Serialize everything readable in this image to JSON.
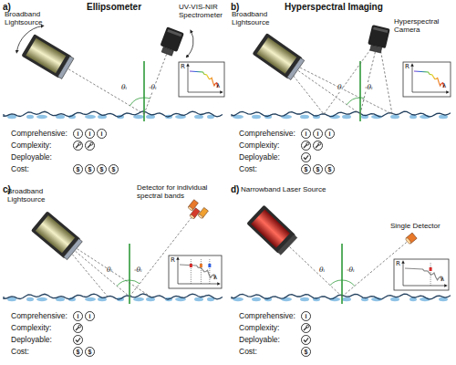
{
  "diagram": {
    "labels": [
      "a)",
      "Ellipsometer",
      "Broadband Lightsource",
      "UV-VIS-NIR Spectrometer",
      "θᵢ",
      "-θᵢ",
      "R",
      "λ",
      "Comprehensive:",
      "Complexity:",
      "Deployable:",
      "Cost:",
      "i",
      "i",
      "i",
      "$",
      "$",
      "$",
      "$",
      "b)",
      "Hyperspectral Imaging",
      "Broadband Lightsource",
      "Hyperspectral Camera",
      "θᵢ",
      "-θᵢ",
      "R",
      "λ",
      "Comprehensive:",
      "Complexity:",
      "Deployable:",
      "Cost:",
      "i",
      "i",
      "i",
      "$",
      "$",
      "$",
      "c)",
      "Broadband Lightsource",
      "Detector for individual spectral bands",
      "θᵢ",
      "-θᵢ",
      "R",
      "λ",
      "Comprehensive:",
      "Complexity:",
      "Deployable:",
      "Cost:",
      "i",
      "i",
      "$",
      "$",
      "d)",
      "Narrowband Laser Source",
      "Single Detector",
      "θᵢ",
      "-θᵢ",
      "R",
      "λ",
      "Comprehensive:",
      "Complexity:",
      "Deployable:",
      "Cost:",
      "i",
      "$"
    ]
  }
}
